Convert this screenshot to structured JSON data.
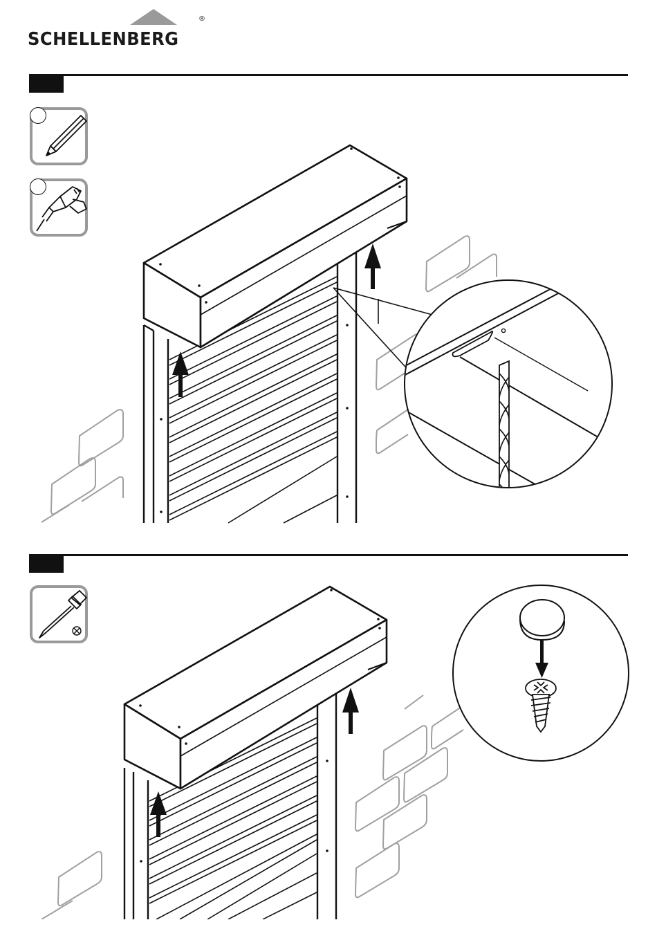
{
  "brand": {
    "name": "SCHELLENBERG",
    "registered_mark": "®",
    "roof_color": "#9a9a9a",
    "text_color": "#1a1a1a"
  },
  "steps": [
    {
      "tools": [
        {
          "icon": "pencil-icon"
        },
        {
          "icon": "drill-icon"
        }
      ],
      "detail": "drill-hole-detail"
    },
    {
      "tools": [
        {
          "icon": "screwdriver-icon"
        }
      ],
      "detail": "screw-cap-detail"
    }
  ],
  "colors": {
    "line": "#111111",
    "brick": "#a0a0a0",
    "tool_frame": "#9a9a9a"
  }
}
